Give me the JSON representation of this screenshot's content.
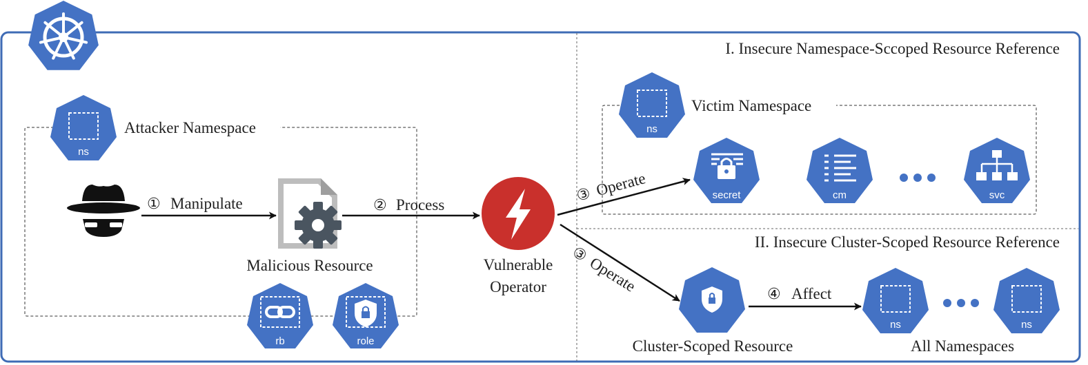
{
  "section_titles": {
    "namespace_scoped": "I. Insecure Namespace-Sccoped Resource Reference",
    "cluster_scoped": "II. Insecure Cluster-Scoped Resource Reference"
  },
  "attacker_namespace": {
    "label": "Attacker Namespace",
    "ns_icon_label": "ns",
    "resource_label": "Malicious Resource",
    "rb_label": "rb",
    "role_label": "role"
  },
  "operator": {
    "line1": "Vulnerable",
    "line2": "Operator"
  },
  "victim_namespace": {
    "label": "Victim Namespace",
    "ns_icon_label": "ns",
    "secret_label": "secret",
    "cm_label": "cm",
    "svc_label": "svc"
  },
  "steps": {
    "manipulate": {
      "num": "①",
      "text": "Manipulate"
    },
    "process": {
      "num": "②",
      "text": "Process"
    },
    "operate_top": {
      "num": "③",
      "text": "Operate"
    },
    "operate_bottom": {
      "num": "③",
      "text": "Operate"
    },
    "affect": {
      "num": "④",
      "text": "Affect"
    }
  },
  "cluster": {
    "resource_label": "Cluster-Scoped Resource",
    "all_namespaces_label": "All Namespaces",
    "ns1_label": "ns",
    "ns2_label": "ns"
  },
  "colors": {
    "k8s_blue": "#4472C4",
    "frame_blue": "#3E6BB5",
    "operator_red": "#C9302C",
    "doc_gray": "#BDBDBD",
    "gear_gray": "#4A5560"
  },
  "icons": [
    "kubernetes-wheel-icon",
    "spy-icon",
    "document-gear-icon",
    "lightning-icon",
    "namespace-icon",
    "link-icon",
    "shield-lock-icon",
    "secret-icon",
    "configmap-icon",
    "service-tree-icon",
    "ellipsis-icon"
  ]
}
